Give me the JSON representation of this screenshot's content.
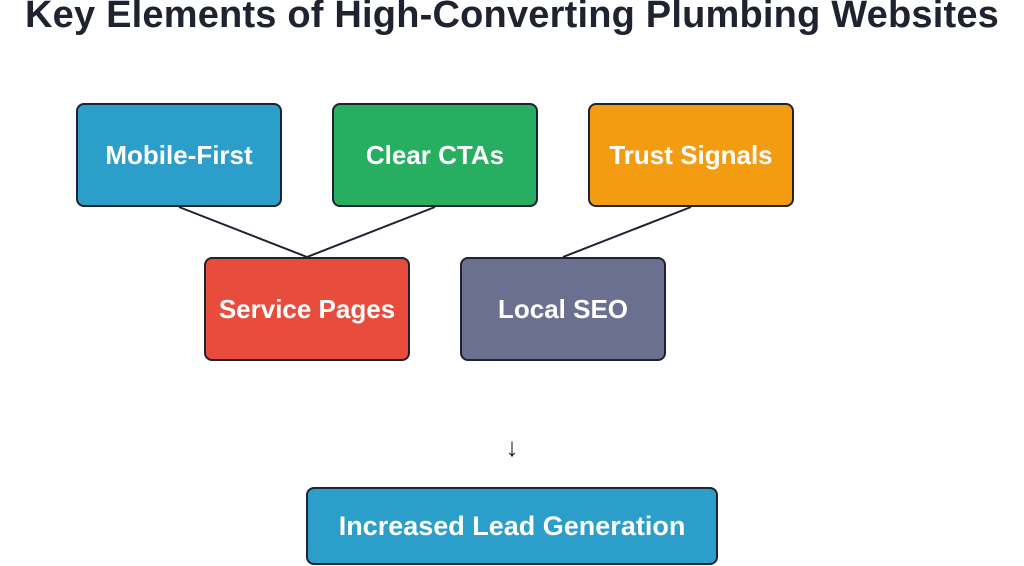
{
  "title": "Key Elements of High-Converting Plumbing Websites",
  "nodes": {
    "mobile_first": "Mobile-First",
    "clear_ctas": "Clear CTAs",
    "trust_signals": "Trust Signals",
    "service_pages": "Service Pages",
    "local_seo": "Local SEO",
    "result": "Increased Lead Generation"
  },
  "arrow_glyph": "↓",
  "colors": {
    "mobile_first": "#2b9ec9",
    "clear_ctas": "#27ae60",
    "trust_signals": "#f39c12",
    "service_pages": "#e74c3c",
    "local_seo": "#6b7090",
    "result": "#2b9ec9",
    "border": "#1f2230"
  },
  "edges": [
    [
      "mobile_first",
      "service_pages"
    ],
    [
      "clear_ctas",
      "service_pages"
    ],
    [
      "trust_signals",
      "local_seo"
    ]
  ]
}
